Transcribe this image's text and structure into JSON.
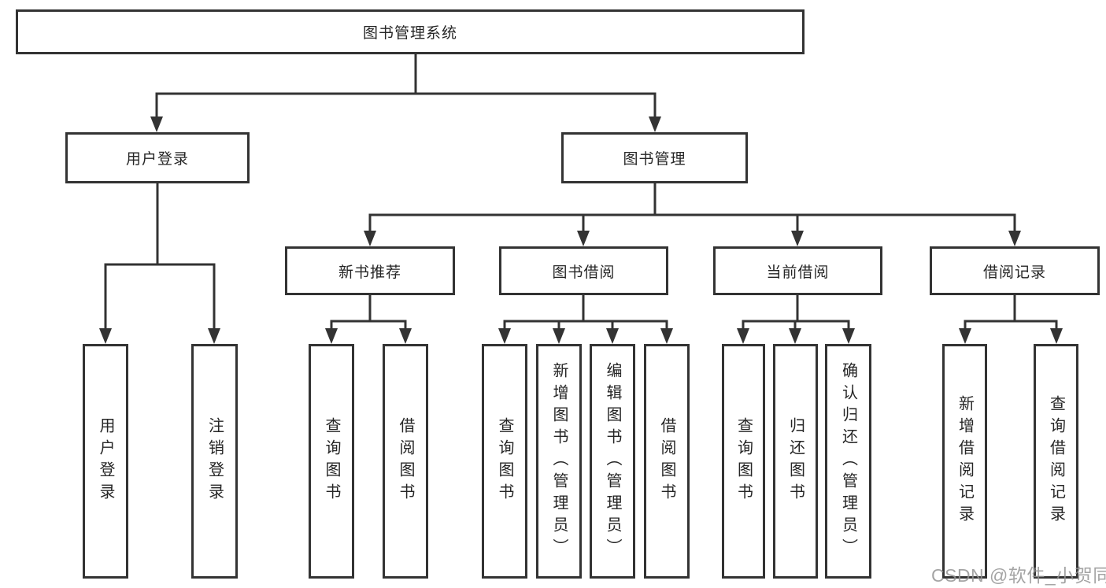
{
  "diagram": {
    "root": "图书管理系统",
    "level2": {
      "user_login": "用户登录",
      "book_mgmt": "图书管理"
    },
    "level3": {
      "new_books": "新书推荐",
      "book_borrow": "图书借阅",
      "current_borrow": "当前借阅",
      "borrow_records": "借阅记录"
    },
    "leaves": {
      "user_login": [
        "用户登录",
        "注销登录"
      ],
      "new_books": [
        "查询图书",
        "借阅图书"
      ],
      "book_borrow": [
        "查询图书",
        "新增图书（管理员）",
        "编辑图书（管理员）",
        "借阅图书"
      ],
      "current_borrow": [
        "查询图书",
        "归还图书",
        "确认归还（管理员）"
      ],
      "borrow_records": [
        "新增借阅记录",
        "查询借阅记录"
      ]
    },
    "colors": {
      "line": "#333333",
      "text": "#262626",
      "watermark": "#949494"
    },
    "watermark": "CSDN @软件_小贺同学"
  }
}
